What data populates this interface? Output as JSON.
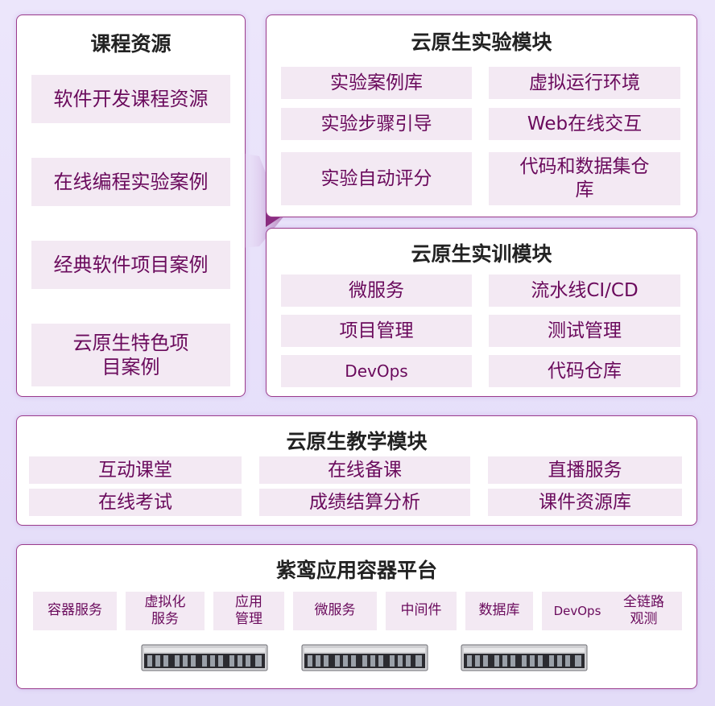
{
  "course": {
    "title": "课程资源",
    "items": [
      "软件开发课程资源",
      "在线编程实验案例",
      "经典软件项目案例",
      "云原生特色项目案例"
    ]
  },
  "lab": {
    "title": "云原生实验模块",
    "items": [
      "实验案例库",
      "虚拟运行环境",
      "实验步骤引导",
      "Web在线交互",
      "实验自动评分",
      "代码和数据集仓库"
    ]
  },
  "training": {
    "title": "云原生实训模块",
    "items": [
      "微服务",
      "流水线CI/CD",
      "项目管理",
      "测试管理",
      "DevOps",
      "代码仓库"
    ]
  },
  "teaching": {
    "title": "云原生教学模块",
    "items": [
      "互动课堂",
      "在线备课",
      "直播服务",
      "在线考试",
      "成绩结算分析",
      "课件资源库"
    ]
  },
  "platform": {
    "title": "紫鸾应用容器平台",
    "items": [
      "容器服务",
      "虚拟化服务",
      "应用管理",
      "微服务",
      "中间件",
      "数据库",
      "DevOps",
      "全链路观测"
    ]
  },
  "colors": {
    "border": "#9b3c8c",
    "tile_bg": "#f3e9f3",
    "tile_text": "#6a0a5c",
    "arrow": "#8a2c7e"
  },
  "icons": [
    "arrow-right-icon",
    "server-rack-icon"
  ]
}
